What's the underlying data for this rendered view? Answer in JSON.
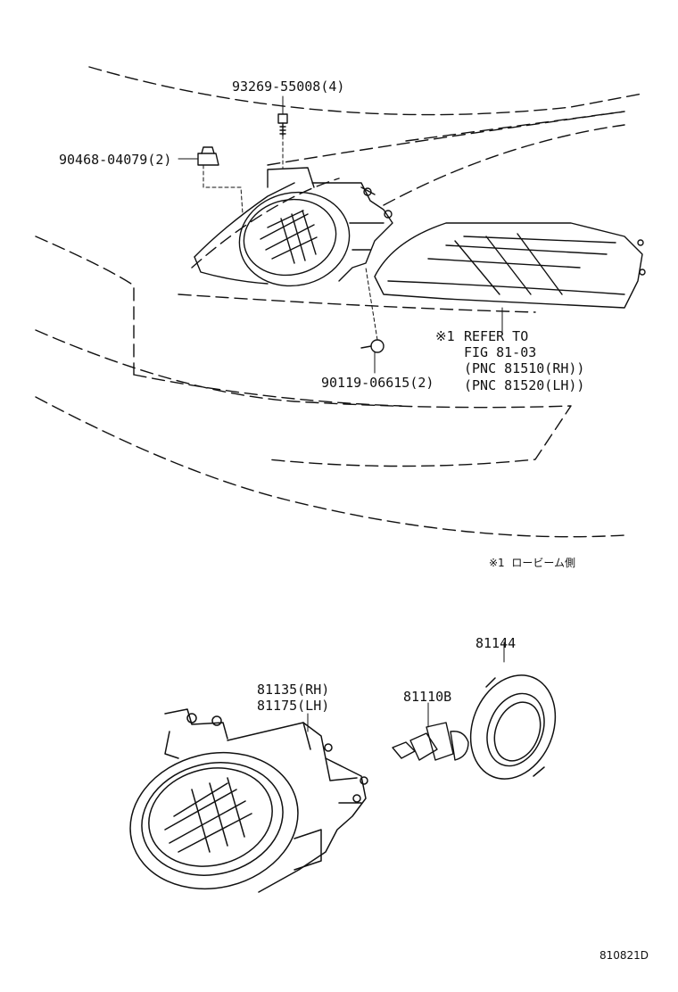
{
  "parts": {
    "screw_bolt": "93269-55008(4)",
    "clip": "90468-04079(2)",
    "screw_lower": "90119-06615(2)",
    "fog_lamp_rh": "81135(RH)",
    "fog_lamp_lh": "81175(LH)",
    "bulb": "81110B",
    "socket_cover": "81144"
  },
  "note": {
    "mark": "※1",
    "refer_line1": "REFER TO",
    "refer_line2": "FIG 81-03",
    "refer_line3": "(PNC 81510(RH))",
    "refer_line4": "(PNC 81520(LH))",
    "footnote": "※1  ロービーム側"
  },
  "figure_id": "810821D"
}
